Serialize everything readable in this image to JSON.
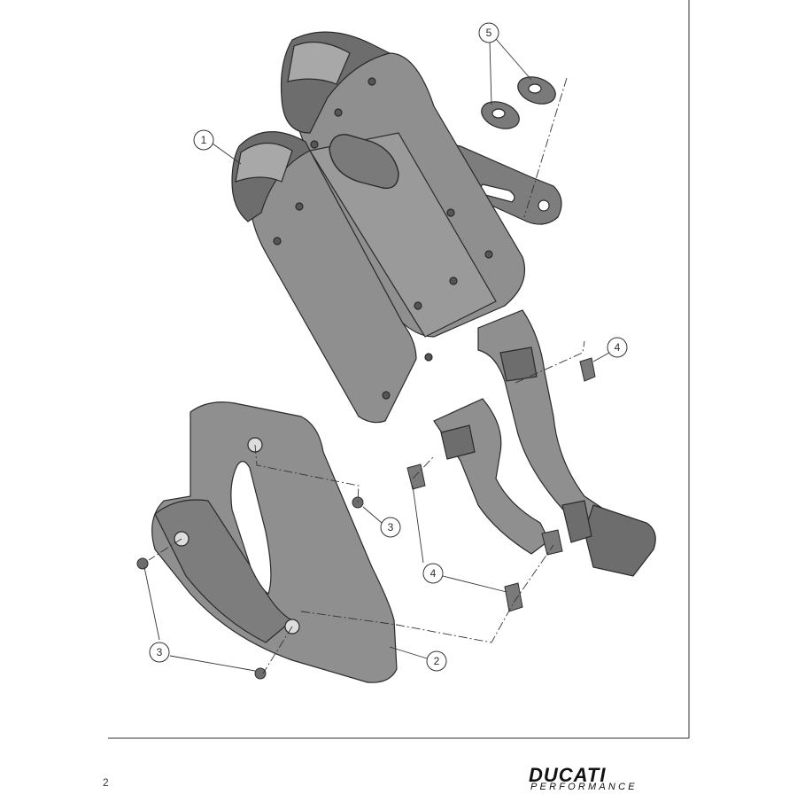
{
  "callouts": [
    {
      "id": "1",
      "label": "1"
    },
    {
      "id": "2",
      "label": "2"
    },
    {
      "id": "3a",
      "label": "3"
    },
    {
      "id": "3b",
      "label": "3"
    },
    {
      "id": "4a",
      "label": "4"
    },
    {
      "id": "4b",
      "label": "4"
    },
    {
      "id": "5",
      "label": "5"
    }
  ],
  "footer": {
    "page_number": "2",
    "brand_main": "DUCATI",
    "brand_sub": "PERFORMANCE"
  },
  "colors": {
    "part_fill": "#8f8f8f",
    "part_dark": "#6d6d6d",
    "part_light": "#a8a8a8",
    "line": "#2a2a2a"
  }
}
